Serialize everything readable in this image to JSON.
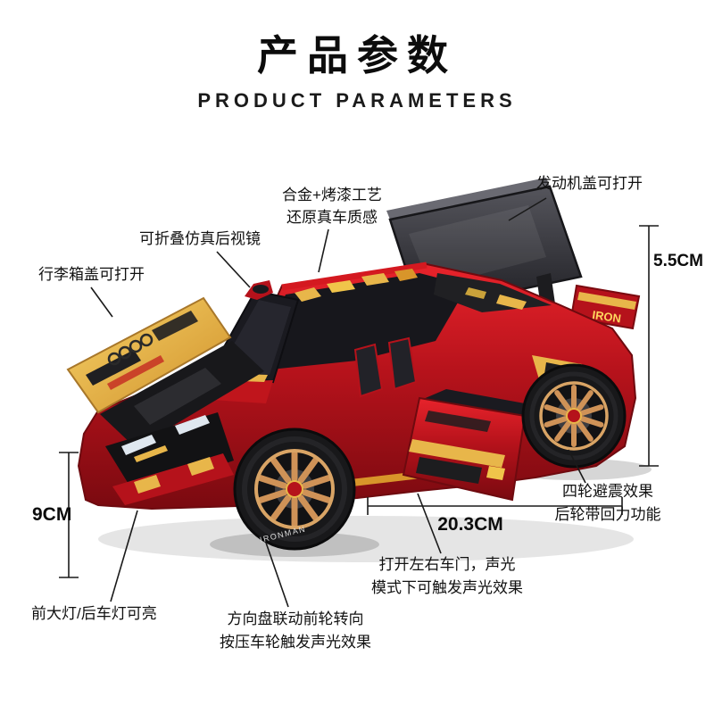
{
  "header": {
    "title": "产品参数",
    "subtitle": "PRODUCT PARAMETERS"
  },
  "annotations": {
    "engine_hood": "发动机盖可打开",
    "paint": {
      "line1": "合金+烤漆工艺",
      "line2": "还原真车质感"
    },
    "mirror": "可折叠仿真后视镜",
    "trunk": "行李箱盖可打开",
    "suspension": {
      "line1": "四轮避震效果",
      "line2": "后轮带回力功能"
    },
    "doors": {
      "line1": "打开左右车门，声光",
      "line2": "模式下可触发声光效果"
    },
    "lights": "前大灯/后车灯可亮",
    "steering": {
      "line1": "方向盘联动前轮转向",
      "line2": "按压车轮触发声光效果"
    }
  },
  "dimensions": {
    "height": "5.5CM",
    "width": "9CM",
    "length": "20.3CM"
  },
  "car": {
    "wing_text": "IRON",
    "tire_text": "IRONMAN"
  },
  "colors": {
    "body_red": "#b5121b",
    "accent_gold": "#e8b64a",
    "wheel_bronze": "#cf9257",
    "label_text": "#111111",
    "background": "#ffffff"
  }
}
